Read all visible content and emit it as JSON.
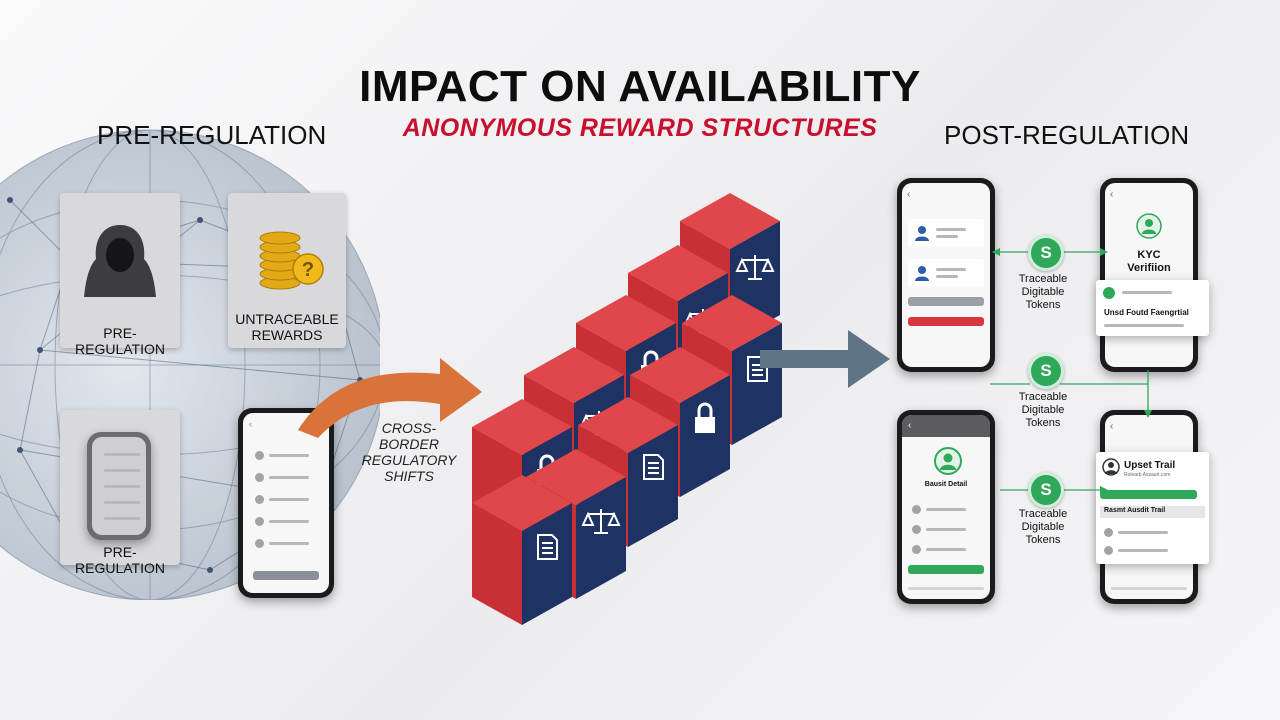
{
  "header": {
    "title": "IMPACT ON AVAILABILITY",
    "subtitle": "ANONYMOUS REWARD STRUCTURES"
  },
  "pre": {
    "heading": "PRE-REGULATION",
    "cards": [
      {
        "label": "PRE-REGULATION"
      },
      {
        "label_line1": "UNTRACEABLE",
        "label_line2": "REWARDS"
      },
      {
        "label": "PRE-REGULATION"
      }
    ]
  },
  "transition": {
    "line1": "CROSS-BORDER",
    "line2": "REGULATORY",
    "line3": "SHIFTS"
  },
  "post": {
    "heading": "POST-REGULATION",
    "kyc_line1": "KYC",
    "kyc_line2": "Verifiion",
    "tokens": [
      {
        "line1": "Traceable",
        "line2": "Digitable",
        "line3": "Tokens"
      },
      {
        "line1": "Traceable",
        "line2": "Digitable",
        "line3": "Tokens"
      },
      {
        "line1": "Traceable",
        "line2": "Digitable",
        "line3": "Tokens"
      }
    ],
    "overlay_reward": "Unsd Foutd Faengrtial",
    "overlay_audit": "Upset Trail",
    "overlay_audit_sub": "Rolearb Assaurt.com",
    "overlay_audit_row": "Rasmt Ausdit Trail",
    "profile_caption": "Bausit Detail"
  },
  "icons": {
    "coin": "S"
  },
  "colors": {
    "accent_red": "#c8102e",
    "block_red": "#d63a3f",
    "block_navy": "#1e3263",
    "token_green": "#2fa85a",
    "arrow_orange": "#d9733a",
    "arrow_slate": "#607487"
  }
}
